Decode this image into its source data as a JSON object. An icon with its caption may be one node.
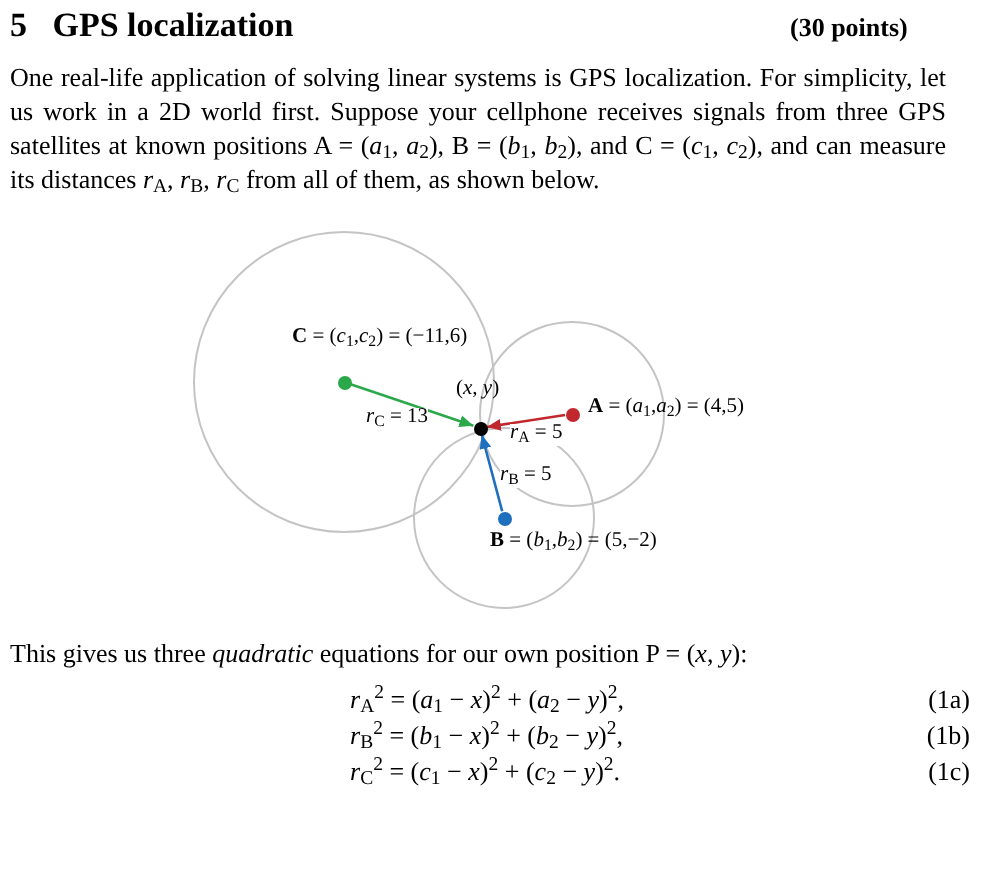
{
  "diagram": {
    "title": "5   GPS localization",
    "nodes": [
      {
        "text": [],
        "shape": "circle",
        "beside": [
          "(*x*, *y*)"
        ]
      },
      {
        "text": [],
        "shape": "circle",
        "beside": [
          "**A** = (*a*$_{1}$,*a*$_{2}$) = (4,5)"
        ]
      },
      {
        "text": [],
        "shape": "circle",
        "beside": [
          "**B** = (*b*$_{1}$,*b*$_{2}$) = (5,−2)"
        ]
      },
      {
        "text": [],
        "shape": "circle",
        "beside": [
          "**C** = (*c*$_{1}$,*c*$_{2}$) = (−11,6)"
        ]
      }
    ],
    "edges": [
      {
        "from": 1,
        "to": 0,
        "arrow": "to",
        "label": "*r*$_{A}$ = 5",
        "color": "#c0282d"
      },
      {
        "from": 2,
        "to": 0,
        "arrow": "to",
        "label": "*r*$_{B}$ = 5",
        "color": "#1f6fbf"
      },
      {
        "from": 3,
        "to": 0,
        "arrow": "to",
        "label": "*r*$_{C}$ = 13",
        "color": "#2aa84a"
      }
    ],
    "labels": [
      "(30 points)",
      "One real-life application of solving linear systems is GPS localization. For simplicity, let us work in a 2D world first. Suppose your cellphone receives signals from three GPS satellites at known positions A = (*a*$_{1}$, *a*$_{2}$), B = (*b*$_{1}$, *b*$_{2}$), and C = (*c*$_{1}$, *c*$_{2}$), and can measure its distances *r*$_{A}$, *r*$_{B}$, *r*$_{C}$ from all of them, as shown below.",
      "This gives us three *quadratic* equations for our own position P = (*x*, *y*):",
      "*r*$_{A}$$^{2}$ = (*a*$_{1}$ − *x*)$^{2}$ + (*a*$_{2}$ − *y*)$^{2}$,",
      "(1a)",
      "*r*$_{B}$$^{2}$ = (*b*$_{1}$ − *x*)$^{2}$ + (*b*$_{2}$ − *y*)$^{2}$,",
      "(1b)",
      "*r*$_{C}$$^{2}$ = (*c*$_{1}$ − *x*)$^{2}$ + (*c*$_{2}$ − *y*)$^{2}$.",
      "(1c)"
    ]
  }
}
